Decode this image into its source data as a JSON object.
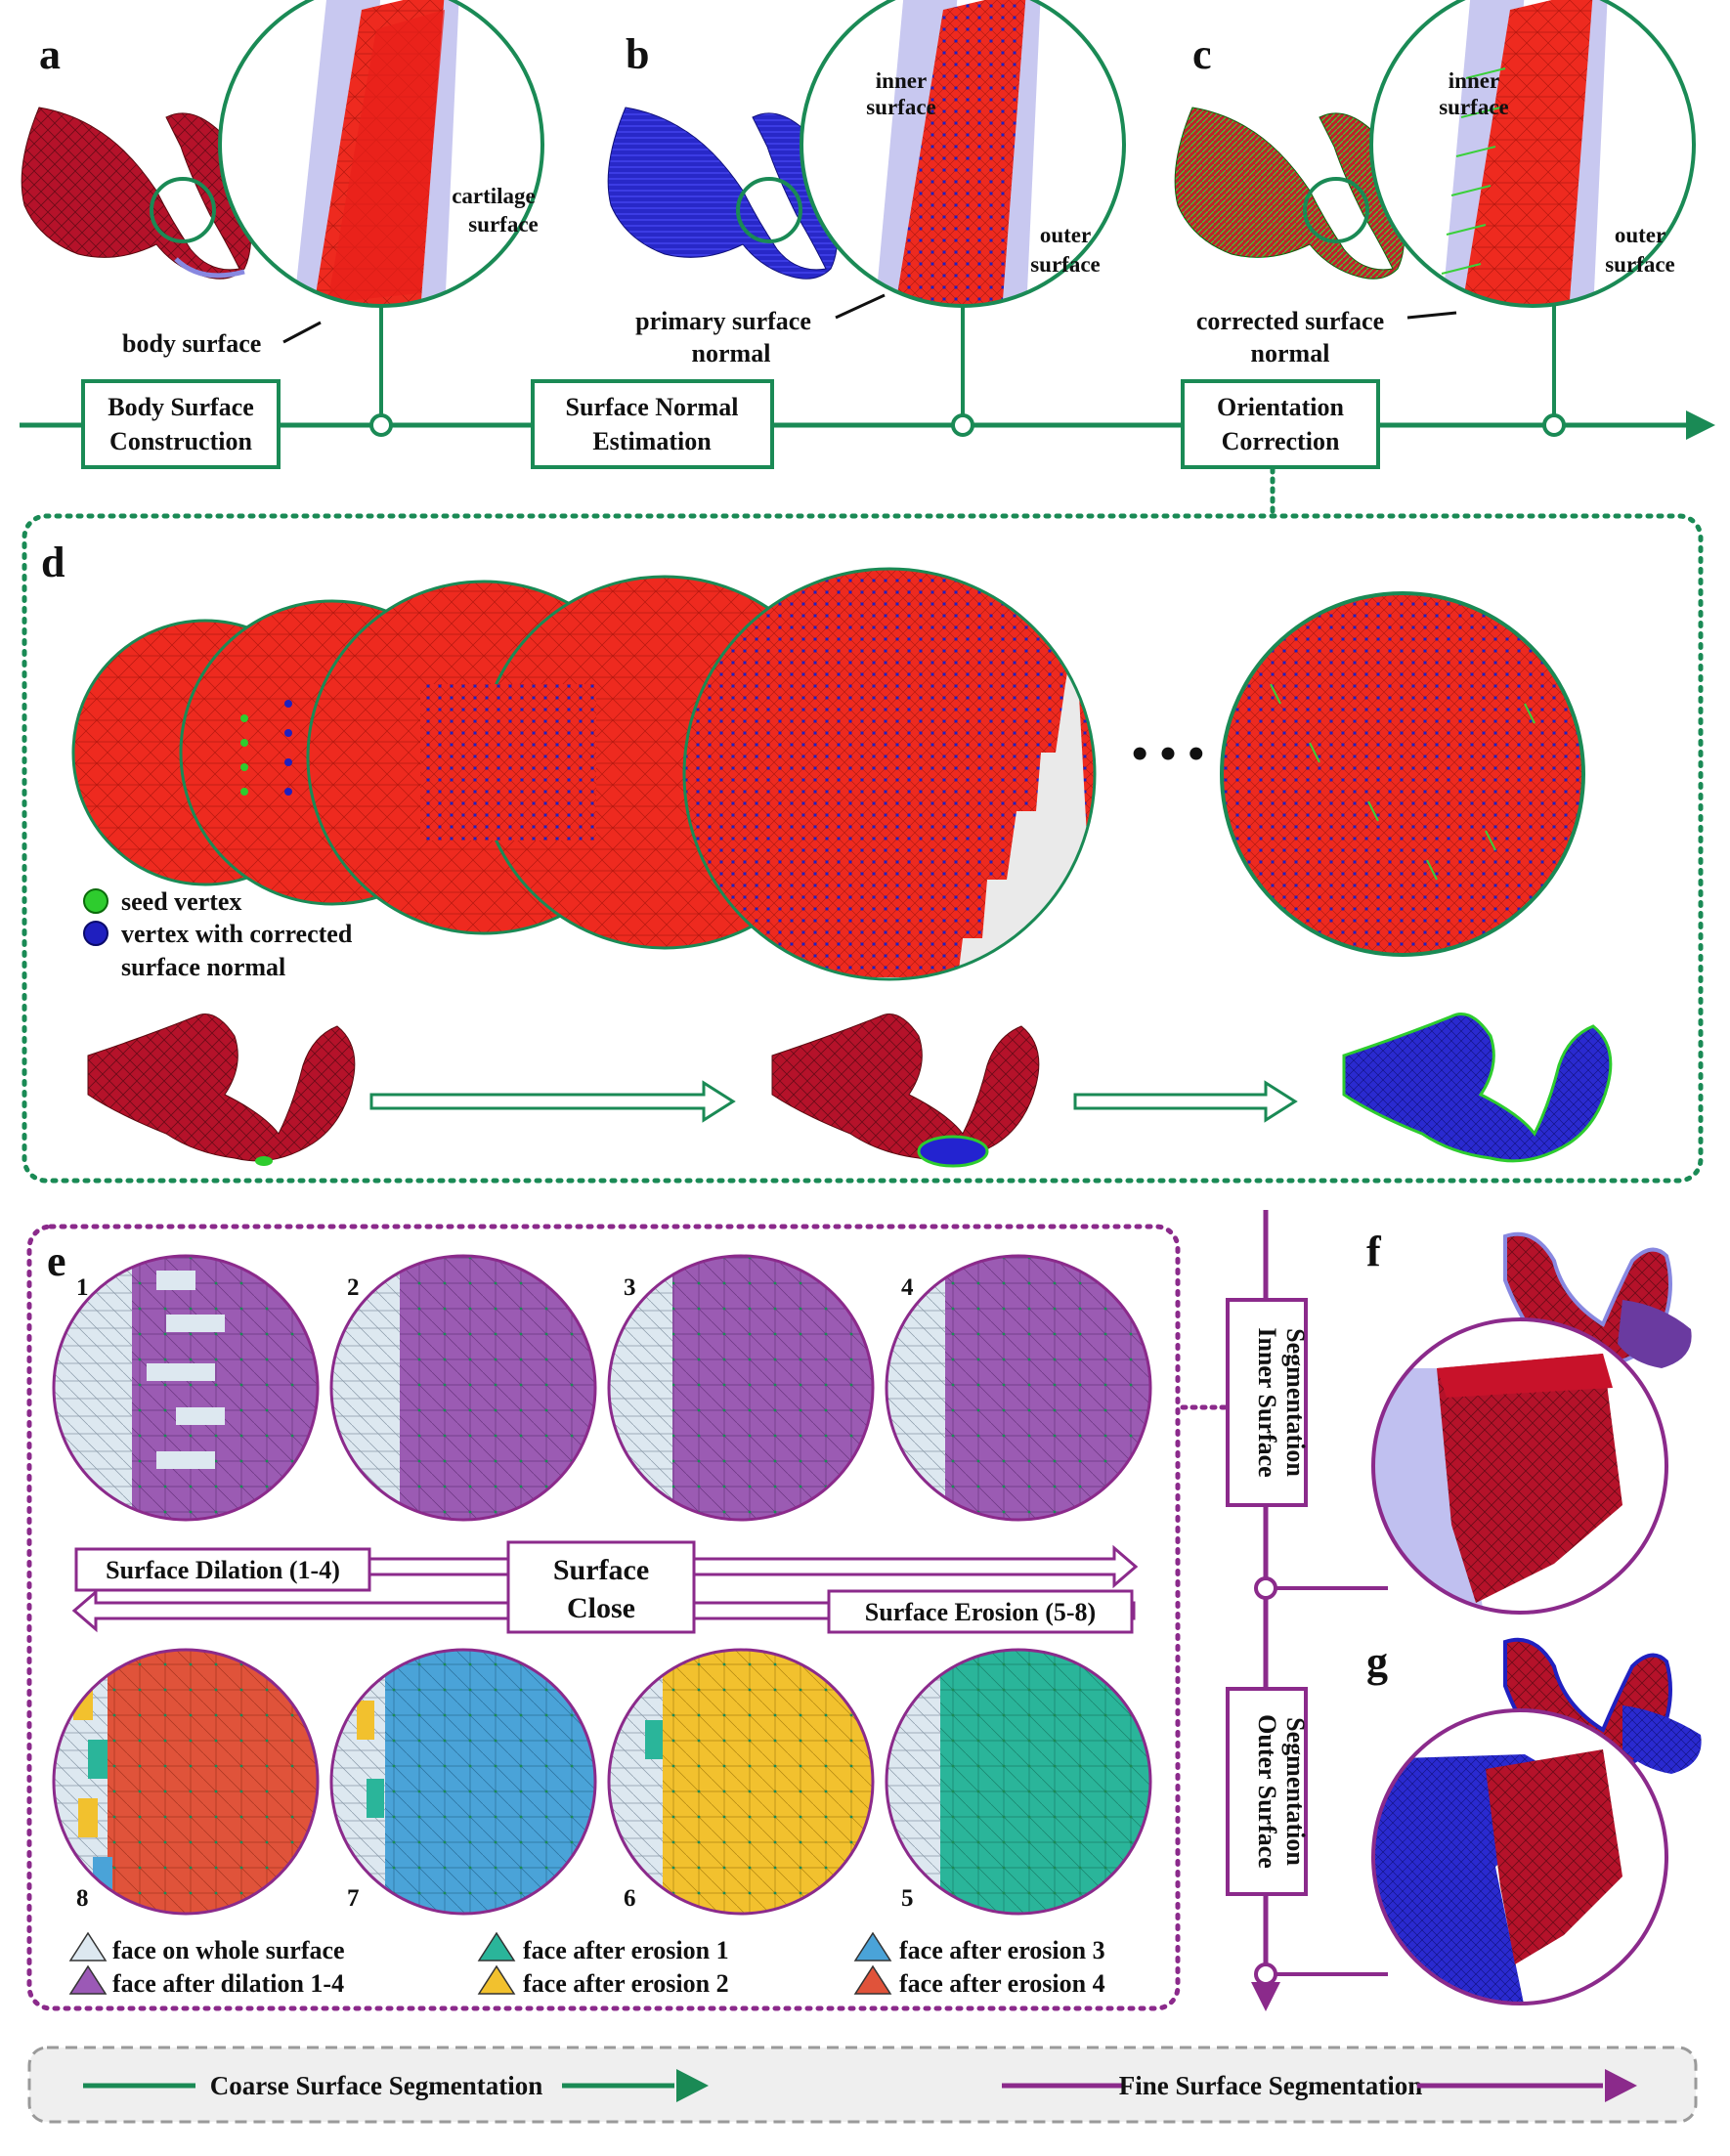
{
  "panels": {
    "a": {
      "letter": "a",
      "callouts": [
        "cartilage",
        "surface",
        "body surface"
      ],
      "step": [
        "Body Surface",
        "Construction"
      ]
    },
    "b": {
      "letter": "b",
      "callouts": [
        "inner",
        "surface",
        "outer",
        "surface",
        "primary surface",
        "normal"
      ],
      "step": [
        "Surface Normal",
        "Estimation"
      ]
    },
    "c": {
      "letter": "c",
      "callouts": [
        "inner",
        "surface",
        "outer",
        "surface",
        "corrected surface",
        "normal"
      ],
      "step": [
        "Orientation",
        "Correction"
      ]
    },
    "d": {
      "letter": "d",
      "legend": [
        {
          "label": "seed vertex",
          "color": "#2ecc2e"
        },
        {
          "label": "vertex with corrected",
          "color": "#1f1fbf"
        },
        {
          "label": "surface normal",
          "color": ""
        }
      ],
      "ellipsis": "• • •"
    },
    "e": {
      "letter": "e",
      "top_numbers": [
        "1",
        "2",
        "3",
        "4"
      ],
      "bottom_numbers": [
        "8",
        "7",
        "6",
        "5"
      ],
      "dilation": "Surface Dilation (1-4)",
      "close": [
        "Surface",
        "Close"
      ],
      "erosion": "Surface Erosion (5-8)",
      "legend": [
        {
          "label": "face on whole surface",
          "color": "#dde8f0"
        },
        {
          "label": "face after dilation 1-4",
          "color": "#9b59b6"
        },
        {
          "label": "face after erosion 1",
          "color": "#2ab59a"
        },
        {
          "label": "face after erosion 2",
          "color": "#f2c12e"
        },
        {
          "label": "face after erosion 3",
          "color": "#4aa3d8"
        },
        {
          "label": "face after erosion 4",
          "color": "#e0533a"
        }
      ]
    },
    "f": {
      "letter": "f",
      "step": [
        "Inner Surface",
        "Segmentation"
      ]
    },
    "g": {
      "letter": "g",
      "step": [
        "Outer Surface",
        "Segmentation"
      ]
    }
  },
  "footer": {
    "coarse": "Coarse Surface Segmentation",
    "fine": "Fine Surface Segmentation"
  },
  "colors": {
    "green": "#1a8a55",
    "purple": "#8b2a8b",
    "red": "#e8201a",
    "darkred": "#b5122a",
    "blue": "#2020c0",
    "lavender": "#c8c8f0"
  }
}
